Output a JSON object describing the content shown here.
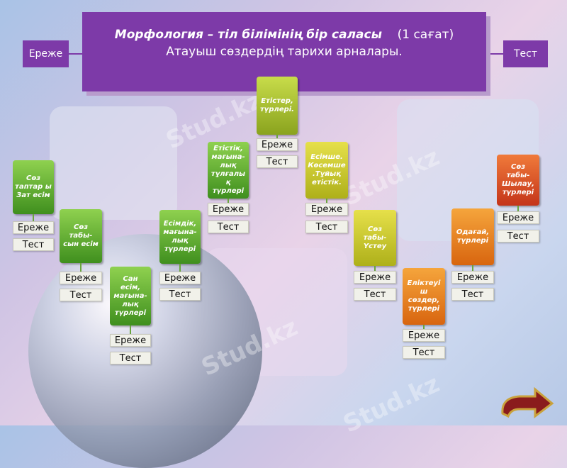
{
  "header": {
    "title_main": "Морфология – тіл білімінің бір саласы",
    "title_hours": "(1 сағат)",
    "subtitle": "Атауыш сөздердің тарихи арналары."
  },
  "side_buttons": {
    "left": "Ереже",
    "right": "Тест"
  },
  "btn_rule": "Ереже",
  "btn_test": "Тест",
  "nodes": [
    {
      "label": "Сөз таптар ы Зат есім"
    },
    {
      "label": "Сөз табы-сын есім"
    },
    {
      "label": "Сан есім, мағына-лық түрлері"
    },
    {
      "label": "Есімдік, мағына-лық түрлері"
    },
    {
      "label": "Етістік, мағына-лық тұлғалы қ түрлері"
    },
    {
      "label": "Етістер, түрлері."
    },
    {
      "label": "Есімше. Көсемше .Тұйық етістік."
    },
    {
      "label": "Сөз табы-Үстеу"
    },
    {
      "label": "Еліктеуі ш сөздер, түрлері"
    },
    {
      "label": "Одағай, түрлері"
    },
    {
      "label": "Сөз табы-Шылау, түрлері"
    }
  ],
  "watermark": "Stud.kz",
  "colors": {
    "purple": "#7d3aa8",
    "green": "#4ea12a",
    "orange": "#e8801f"
  },
  "icons": {
    "nav": "next-arrow-icon"
  }
}
